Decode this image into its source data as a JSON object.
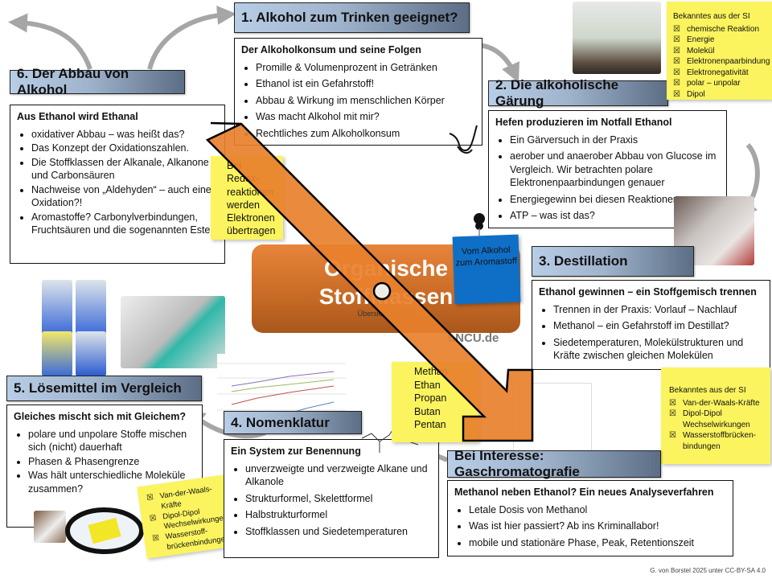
{
  "center": {
    "title_line1": "Organische",
    "title_line2": "Stoffklassen",
    "subtitle": "Übersicht V. 2022",
    "logo": "LNCU.de"
  },
  "blue_note": {
    "text": "Vom Alkohol zum Aromastoff"
  },
  "sections": {
    "s1": {
      "header": "1. Alkohol zum Trinken geeignet?",
      "subtitle": "Der Alkoholkonsum und seine Folgen",
      "items": [
        "Promille & Volumenprozent in Getränken",
        "Ethanol ist ein Gefahrstoff!",
        "Abbau & Wirkung im menschlichen Körper",
        "Was macht Alkohol mit mir?",
        "Rechtliches zum Alkoholkonsum"
      ]
    },
    "s2": {
      "header": "2. Die alkoholische Gärung",
      "subtitle": "Hefen produzieren im Notfall Ethanol",
      "items": [
        "Ein Gärversuch in der Praxis",
        "aerober und anaerober Abbau von Glucose im Vergleich. Wir betrachten polare Elektronenpaarbindungen genauer",
        "Energiegewinn bei diesen Reaktionen",
        "ATP – was ist das?"
      ]
    },
    "s3": {
      "header": "3. Destillation",
      "subtitle": "Ethanol gewinnen – ein Stoffgemisch trennen",
      "items": [
        "Trennen in der Praxis: Vorlauf – Nachlauf",
        "Methanol – ein Gefahrstoff im Destillat?",
        "Siedetemperaturen, Molekülstrukturen und Kräfte zwischen gleichen Molekülen"
      ]
    },
    "s4": {
      "header": "4. Nomenklatur",
      "subtitle": "Ein System zur Benennung",
      "items": [
        "unverzweigte und verzweigte Alkane und Alkanole",
        "Strukturformel, Skelettformel",
        "Halbstrukturformel",
        "Stoffklassen und Siedetemperaturen"
      ]
    },
    "s5": {
      "header": "5. Lösemittel im Vergleich",
      "subtitle": "Gleiches mischt sich mit Gleichem?",
      "items": [
        "polare und unpolare Stoffe mischen sich (nicht) dauerhaft",
        "Phasen & Phasengrenze",
        "Was hält unterschiedliche Moleküle zusammen?"
      ]
    },
    "s6": {
      "header": "6. Der Abbau von Alkohol",
      "subtitle": "Aus Ethanol wird Ethanal",
      "items": [
        "oxidativer Abbau – was heißt das?",
        "Das Konzept der Oxidationszahlen.",
        "Die Stoffklassen der Alkanale, Alkanone und Carbonsäuren",
        "Nachweise von „Aldehyden“ – auch eine Oxidation?!",
        "Aromastoffe? Carbonylverbindungen, Fruchtsäuren und die sogenannten Ester"
      ]
    },
    "gc": {
      "header": "Bei Interesse: Gaschromatografie",
      "subtitle": "Methanol neben Ethanol? Ein neues Analyseverfahren",
      "items": [
        "Letale Dosis von Methanol",
        "Was ist hier passiert? Ab ins Kriminallabor!",
        "mobile und stationäre Phase, Peak, Retentionszeit"
      ]
    }
  },
  "stickies": {
    "si_top": {
      "title": "Bekanntes aus der SI",
      "items": [
        "chemische Reaktion",
        "Energie",
        "Molekül",
        "Elektronenpaarbindung",
        "Elektronegativität",
        "polar – unpolar",
        "Dipol"
      ]
    },
    "si_right": {
      "title": "Bekanntes aus der SI",
      "items": [
        "Van-der-Waals-Kräfte",
        "Dipol-Dipol Wechselwirkungen",
        "Wasserstoffbrücken-bindungen"
      ]
    },
    "si_left": {
      "items": [
        "Van-der-Waals-Kräfte",
        "Dipol-Dipol Wechselwirkungen",
        "Wasserstoff-brückenbindungen"
      ]
    },
    "redox": {
      "text": "Bei Redox-reaktionen werden Elektronen übertragen"
    },
    "alkanes": {
      "items": [
        "Methan",
        "Ethan",
        "Propan",
        "Butan",
        "Pentan"
      ]
    }
  },
  "checkbox_glyph": "☒",
  "footer": "G. von Borstel 2025 unter CC-BY-SA 4.0",
  "colors": {
    "orange": "#e8802c",
    "sticky": "#fbf45e",
    "blue_note": "#0f6fc6",
    "arrow_gray": "#a6a6a6"
  }
}
